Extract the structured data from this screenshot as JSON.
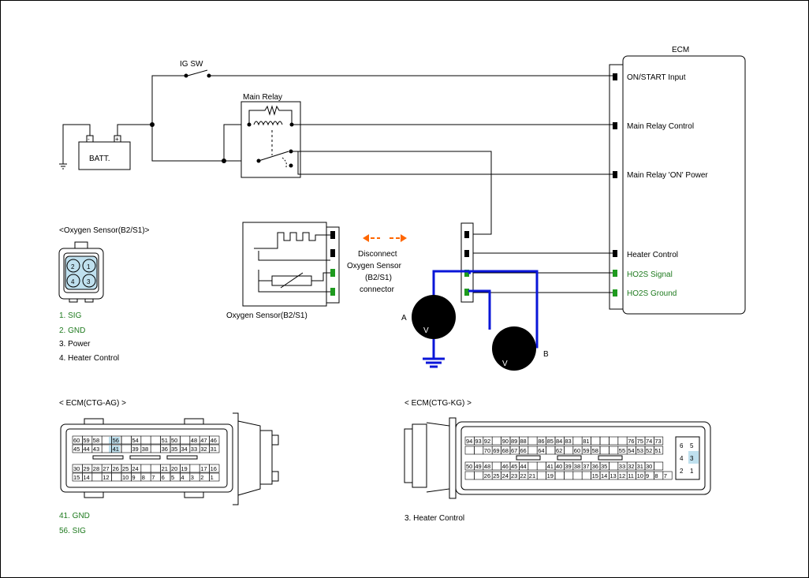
{
  "labels": {
    "ecm": "ECM",
    "ig_sw": "IG SW",
    "main_relay": "Main Relay",
    "batt": "BATT.",
    "batt_minus": "-",
    "batt_plus": "+",
    "o2_sensor_title": "<Oxygen Sensor(B2/S1)>",
    "o2_sensor_label": "Oxygen Sensor(B2/S1)",
    "disconnect": [
      "Disconnect",
      "Oxygen Sensor",
      "(B2/S1)",
      "connector"
    ],
    "meter_a": "A",
    "meter_b": "B",
    "meter_symbol": "V"
  },
  "ecm_pins": [
    {
      "label": "ON/START Input",
      "color": "#000000"
    },
    {
      "label": "Main Relay Control",
      "color": "#000000"
    },
    {
      "label": "Main Relay 'ON' Power",
      "color": "#000000"
    },
    {
      "label": "Heater Control",
      "color": "#000000"
    },
    {
      "label": "HO2S Signal",
      "color": "#1e7a1e"
    },
    {
      "label": "HO2S Ground",
      "color": "#1e7a1e"
    }
  ],
  "sensor_pins": [
    "1. SIG",
    "2. GND",
    "3. Power",
    "4. Heater Control"
  ],
  "sensor_pin_numbers": [
    "2",
    "1",
    "4",
    "3"
  ],
  "ecm_ag": {
    "title": "< ECM(CTG-AG)          >",
    "rows": [
      [
        "60",
        "59",
        "58",
        "",
        "56",
        "",
        "54",
        "",
        "",
        "51",
        "50",
        "",
        "48",
        "47",
        "46"
      ],
      [
        "45",
        "44",
        "43",
        "",
        "41",
        "",
        "39",
        "38",
        "",
        "36",
        "35",
        "34",
        "33",
        "32",
        "31"
      ],
      [
        "30",
        "29",
        "28",
        "27",
        "26",
        "25",
        "24",
        "",
        "",
        "21",
        "20",
        "19",
        "",
        "17",
        "16"
      ],
      [
        "15",
        "14",
        "",
        "12",
        "",
        "10",
        "9",
        "8",
        "7",
        "6",
        "5",
        "4",
        "3",
        "2",
        "1"
      ]
    ],
    "pins": [
      "41.    GND",
      "56. SIG"
    ]
  },
  "ecm_kg": {
    "title": "< ECM(CTG-KG)          >",
    "rows": [
      [
        "94",
        "93",
        "92",
        "",
        "90",
        "89",
        "88",
        "",
        "86",
        "85",
        "84",
        "83",
        "",
        "81",
        "",
        "",
        "",
        "",
        "76",
        "75",
        "74",
        "73"
      ],
      [
        "",
        "",
        "70",
        "69",
        "68",
        "67",
        "66",
        "",
        "64",
        "",
        "62",
        "",
        "60",
        "59",
        "58",
        "",
        "",
        "55",
        "54",
        "53",
        "52",
        "51"
      ],
      [
        "50",
        "49",
        "48",
        "",
        "46",
        "45",
        "44",
        "",
        "",
        "41",
        "40",
        "39",
        "38",
        "37",
        "36",
        "35",
        "",
        "33",
        "32",
        "31",
        "30",
        ""
      ],
      [
        "",
        "",
        "26",
        "25",
        "24",
        "23",
        "22",
        "21",
        "",
        "19",
        "",
        "",
        "",
        "",
        "15",
        "14",
        "13",
        "12",
        "11",
        "10",
        "9",
        "8",
        "7"
      ]
    ],
    "small": [
      "6",
      "5",
      "4",
      "3",
      "2",
      "1"
    ],
    "pins": [
      "3.   Heater Control"
    ]
  }
}
